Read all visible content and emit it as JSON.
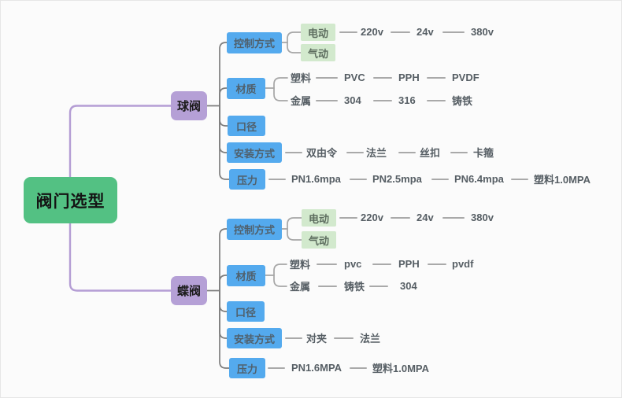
{
  "root": {
    "label": "阀门选型"
  },
  "branches": {
    "ball": {
      "label": "球阀",
      "control": {
        "label": "控制方式",
        "electric": "电动",
        "pneumatic": "气动",
        "voltages": [
          "220v",
          "24v",
          "380v"
        ]
      },
      "material": {
        "label": "材质",
        "plastic": "塑料",
        "plastic_types": [
          "PVC",
          "PPH",
          "PVDF"
        ],
        "metal": "金属",
        "metal_types": [
          "304",
          "316",
          "铸铁"
        ]
      },
      "diameter": {
        "label": "口径"
      },
      "install": {
        "label": "安装方式",
        "options": [
          "双由令",
          "法兰",
          "丝扣",
          "卡箍"
        ]
      },
      "pressure": {
        "label": "压力",
        "options": [
          "PN1.6mpa",
          "PN2.5mpa",
          "PN6.4mpa",
          "塑料1.0MPA"
        ]
      }
    },
    "butterfly": {
      "label": "蝶阀",
      "control": {
        "label": "控制方式",
        "electric": "电动",
        "pneumatic": "气动",
        "voltages": [
          "220v",
          "24v",
          "380v"
        ]
      },
      "material": {
        "label": "材质",
        "plastic": "塑料",
        "plastic_types": [
          "pvc",
          "PPH",
          "pvdf"
        ],
        "metal": "金属",
        "metal_types": [
          "铸铁",
          "304"
        ]
      },
      "diameter": {
        "label": "口径"
      },
      "install": {
        "label": "安装方式",
        "options": [
          "对夹",
          "法兰"
        ]
      },
      "pressure": {
        "label": "压力",
        "options": [
          "PN1.6MPA",
          "塑料1.0MPA"
        ]
      }
    }
  },
  "colors": {
    "root_bg": "#53c183",
    "branch_bg": "#b5a0d6",
    "topic_bg": "#54aaee",
    "leaf_bg": "#d2e9cd",
    "trunk_line": "#b49dd4",
    "bracket_line": "#7d7d7d",
    "chain_line": "#a9a9a9",
    "label_text": "#565e64"
  }
}
